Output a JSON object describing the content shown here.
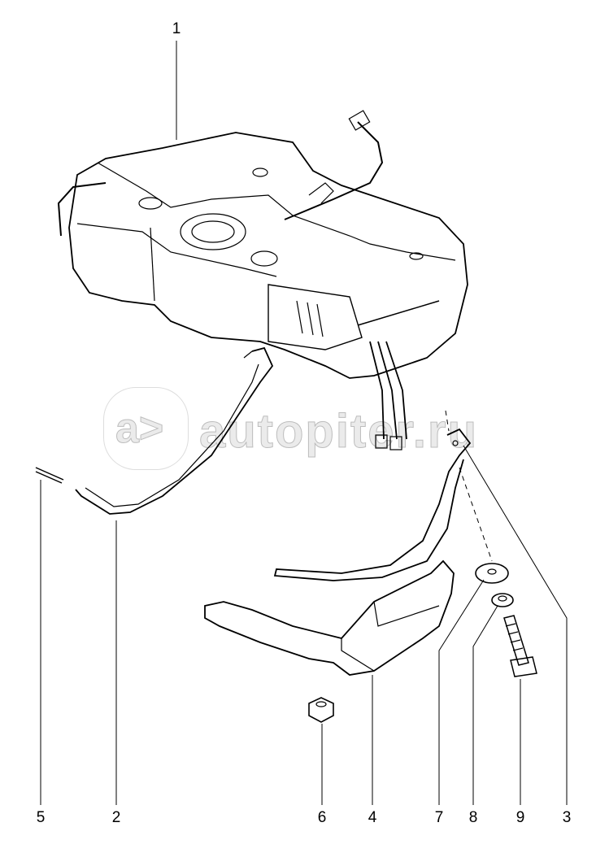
{
  "diagram": {
    "title": "Fuel tank assembly exploded view",
    "callouts": [
      "1",
      "5",
      "2",
      "6",
      "4",
      "7",
      "8",
      "9",
      "3"
    ],
    "watermark": {
      "logo": "a>",
      "text": "autopiter.ru"
    }
  },
  "colors": {
    "line": "#000000",
    "watermark": "#cccccc"
  }
}
